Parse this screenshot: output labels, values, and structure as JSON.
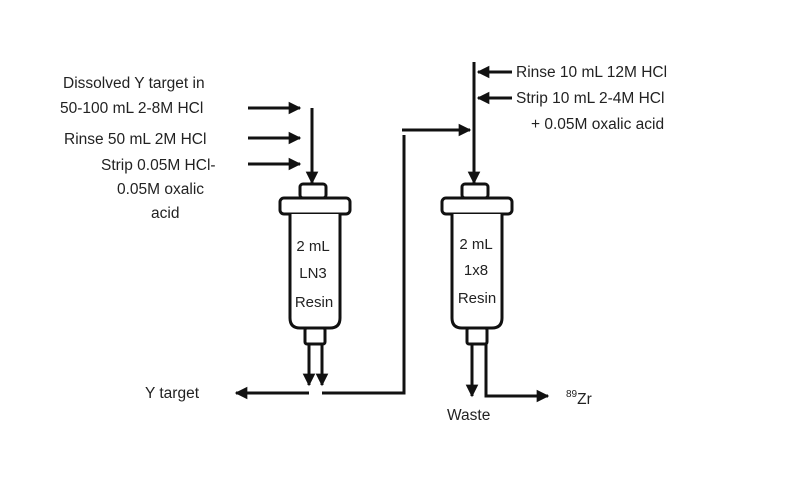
{
  "feed_labels": {
    "dissolved_line1": "Dissolved Y target in",
    "dissolved_line2": "50-100  mL 2-8M  HCl",
    "rinse": "Rinse 50 mL 2M HCl",
    "strip_line1": "Strip 0.05M HCl-",
    "strip_line2": "0.05M oxalic",
    "strip_line3": "acid"
  },
  "column1": {
    "line1": "2 mL",
    "line2": "LN3",
    "line3": "Resin"
  },
  "column2": {
    "line1": "2 mL",
    "line2": "1x8",
    "line3": "Resin"
  },
  "column2_feeds": {
    "rinse": "Rinse 10 mL 12M HCl",
    "strip_line1": "Strip 10 mL 2-4M HCl",
    "strip_line2": "+ 0.05M oxalic acid"
  },
  "outputs": {
    "y_target": "Y target",
    "waste": "Waste",
    "zr_mass_number": "89",
    "zr_symbol": "Zr"
  }
}
